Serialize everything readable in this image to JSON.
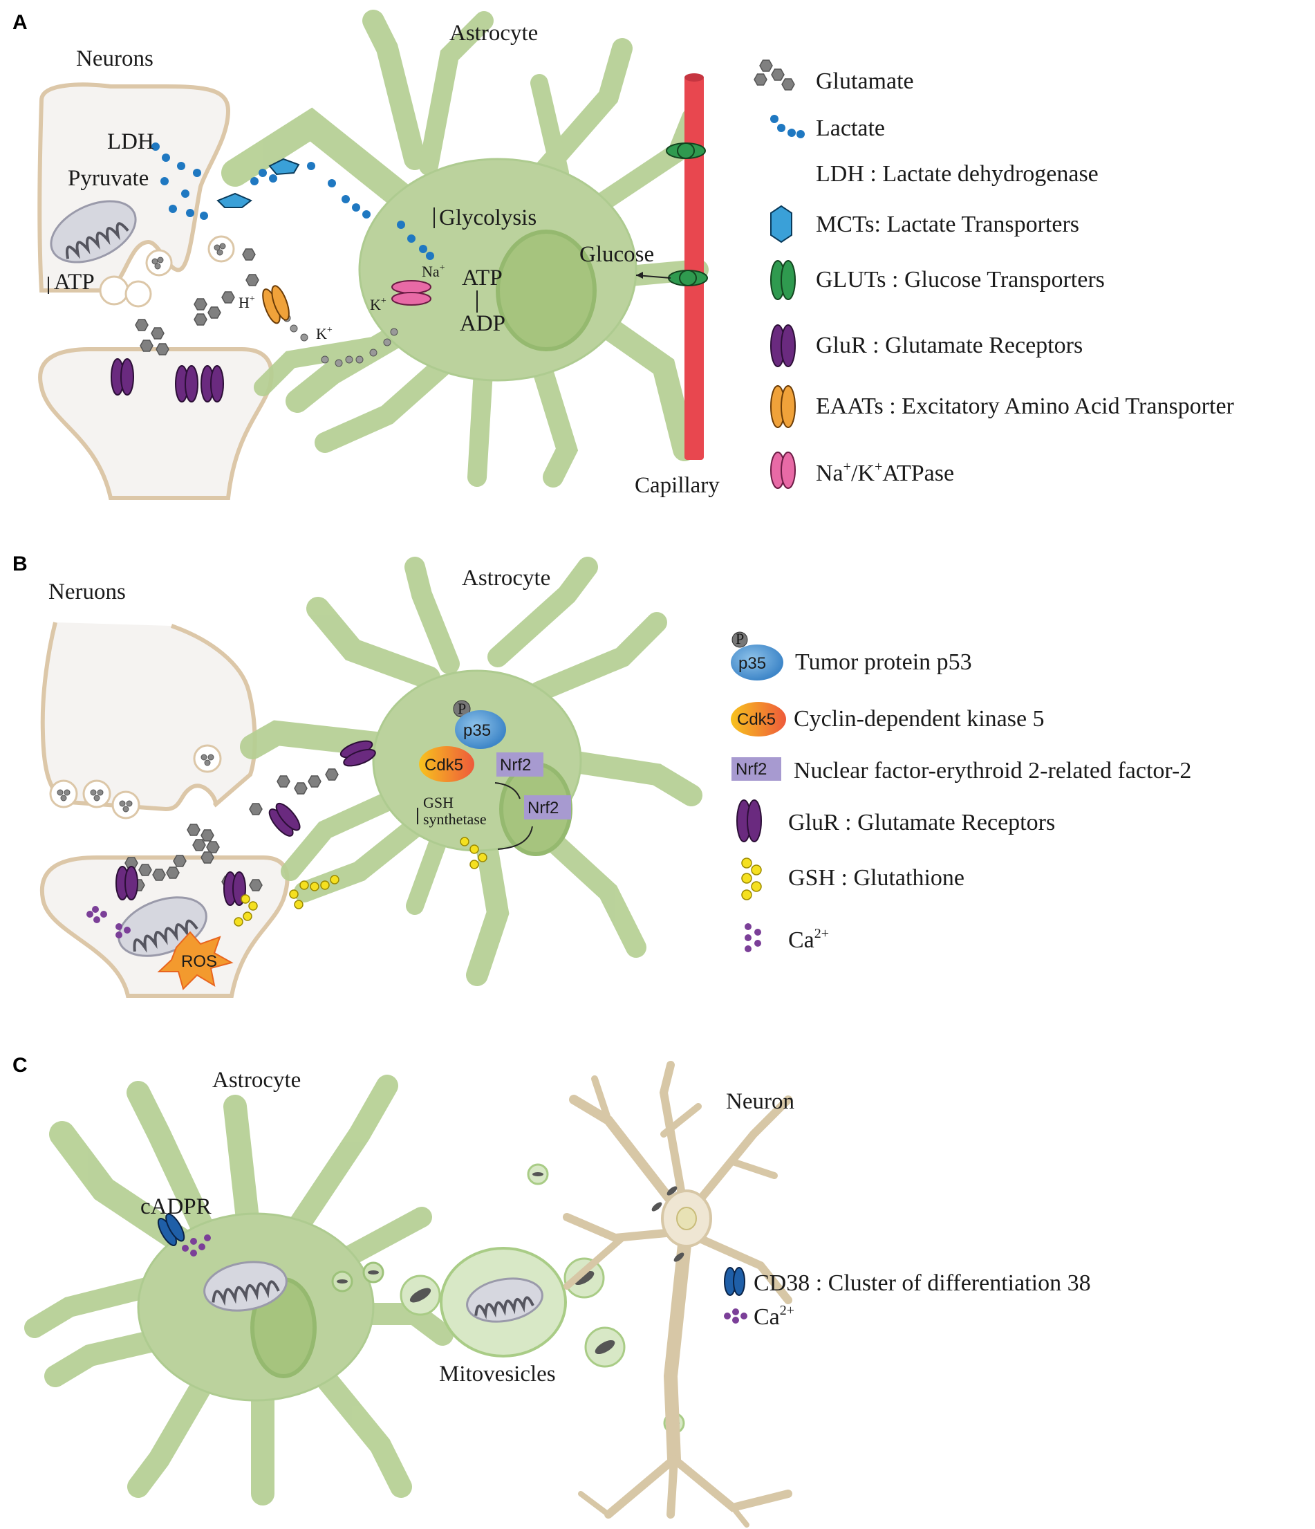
{
  "panel_a": {
    "letter": "A",
    "neurons_label": "Neurons",
    "astrocyte_label": "Astrocyte",
    "capillary_label": "Capillary",
    "glucose_label": "Glucose",
    "glycolysis_label": "Glycolysis",
    "ldh_label": "LDH",
    "pyruvate_label": "Pyruvate",
    "atp_label": "ATP",
    "adp_label": "ADP",
    "h_label": "H",
    "k_label": "K",
    "na_label": "Na",
    "plus": "+",
    "legend": {
      "glutamate": "Glutamate",
      "lactate": "Lactate",
      "ldh": "LDH : Lactate dehydrogenase",
      "mcts": "MCTs: Lactate Transporters",
      "gluts": "GLUTs : Glucose Transporters",
      "glur": "GluR : Glutamate Receptors",
      "eaats": "EAATs : Excitatory Amino Acid Transporter",
      "nak_na": "Na",
      "nak_k": "/K",
      "nak_rest": "ATPase"
    }
  },
  "panel_b": {
    "letter": "B",
    "neurons_label": "Neruons",
    "astrocyte_label": "Astrocyte",
    "p_label": "P",
    "p35_label": "p35",
    "cdk5_label": "Cdk5",
    "nrf2_label": "Nrf2",
    "gsh_label": "GSH",
    "synthetase_label": "synthetase",
    "ros_label": "ROS",
    "legend": {
      "p35": "Tumor protein p53",
      "cdk5": "Cyclin-dependent kinase 5",
      "nrf2": "Nuclear factor-erythroid 2-related factor-2",
      "glur": "GluR : Glutamate Receptors",
      "gsh": "GSH : Glutathione",
      "ca": "Ca",
      "ca_sup": "2+"
    }
  },
  "panel_c": {
    "letter": "C",
    "astrocyte_label": "Astrocyte",
    "neuron_label": "Neuron",
    "cadpr_label": "cADPR",
    "mitovesicles_label": "Mitovesicles",
    "legend": {
      "cd38": "CD38 : Cluster of differentiation 38",
      "ca": "Ca",
      "ca_sup": "2+"
    }
  },
  "colors": {
    "astrocyte": "#b6cf95",
    "nucleus": "#9fbf74",
    "capillary": "#e8474f",
    "glutamate": "#808080",
    "lactate": "#1f78c1",
    "mct": "#3aa0d8",
    "glut": "#2f9a4f",
    "glur": "#6a2a7f",
    "eaat": "#f0a23a",
    "nak": "#e86aa6",
    "cdk5": "#f29a2e",
    "nrf2": "#a79ad0",
    "gsh": "#f5e020",
    "calcium": "#7b3f98",
    "cd38": "#1f5fa8",
    "neuron_tan": "#d7c7a6"
  }
}
